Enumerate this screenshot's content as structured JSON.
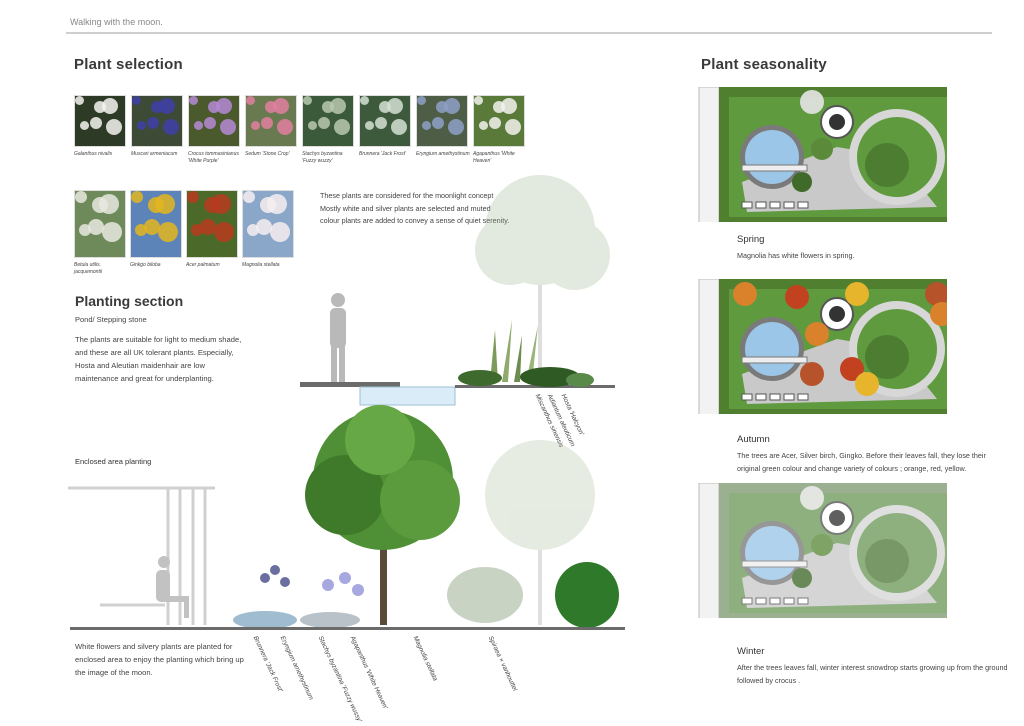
{
  "header": {
    "title": "Walking with the moon."
  },
  "plant_selection": {
    "title": "Plant selection",
    "row1": [
      {
        "caption": "Galanthus nivalis",
        "icon": "snowdrop-photo",
        "bg": "#2d3a25",
        "flower": "#f4f4f0"
      },
      {
        "caption": "Muscari armeniacum",
        "icon": "grape-hyacinth-photo",
        "bg": "#3c4a36",
        "flower": "#3e3fa8"
      },
      {
        "caption": "Crocus tommasinianus 'White Purple'",
        "icon": "crocus-photo",
        "bg": "#4a5a2c",
        "flower": "#b58ad6"
      },
      {
        "caption": "Sedum 'Stone Crop'",
        "icon": "sedum-photo",
        "bg": "#6a7a50",
        "flower": "#e07f9f"
      },
      {
        "caption": "Stachys byzantina 'Fuzzy wuzzy'",
        "icon": "stachys-photo",
        "bg": "#3b5a3a",
        "flower": "#b9c9b0"
      },
      {
        "caption": "Brunnera 'Jack Frost'",
        "icon": "brunnera-photo",
        "bg": "#3e5a3c",
        "flower": "#d4e0d2"
      },
      {
        "caption": "Eryngium amethystinum",
        "icon": "eryngium-photo",
        "bg": "#4e5e46",
        "flower": "#8ea0c8"
      },
      {
        "caption": "Agapanthus 'White Heaven'",
        "icon": "agapanthus-photo",
        "bg": "#5a7a3a",
        "flower": "#f2f2ee"
      }
    ],
    "row2": [
      {
        "caption": "Betula utilis. jacquemontii",
        "icon": "birch-photo",
        "bg": "#6f8a5a",
        "flower": "#e8e8e0"
      },
      {
        "caption": "Ginkgo biloba",
        "icon": "ginkgo-photo",
        "bg": "#5c84b8",
        "flower": "#e3b51f"
      },
      {
        "caption": "Acer palmatum",
        "icon": "acer-photo",
        "bg": "#4b6a2a",
        "flower": "#b93a1e"
      },
      {
        "caption": "Magnolia stellata",
        "icon": "magnolia-photo",
        "bg": "#8aa6c8",
        "flower": "#f6eef0"
      }
    ],
    "concept_text": "These plants are considered for the moonlight concept\nMostly white and silver plants are selected and muted\ncolour plants are added to convey a sense of quiet serenity."
  },
  "planting_section": {
    "title": "Planting section",
    "subtitle": "Pond/ Stepping stone",
    "body": "The plants are suitable for light to medium shade, and these are all UK tolerant plants. Especially, Hosta and Aleutian maidenhair are low maintenance and great for underplanting.",
    "labels": [
      "Miscanthus sinensis",
      "Adiantum aleuticum",
      "Hosta 'Halcyon'"
    ]
  },
  "enclosed": {
    "title": "Enclosed area planting",
    "body": "White flowers and silvery plants are planted for enclosed area to enjoy the planting which bring up the image of the moon.",
    "labels": [
      "Brunnera 'Jack Frost'",
      "Eryngium amethystinum",
      "Stachys byzantina 'Fuzzy wussy'",
      "Agapanthus 'White Heaven'",
      "Magnolia stellata",
      "Spiraea × vanhouttei"
    ]
  },
  "seasonality": {
    "title": "Plant seasonality",
    "seasons": [
      {
        "name": "Spring",
        "text": "Magnolia has white flowers in spring."
      },
      {
        "name": "Autumn",
        "text": "The trees are Acer, Silver birch, Gingko. Before their leaves fall, they lose their original green colour and change variety of colours ; orange, red, yellow."
      },
      {
        "name": "Winter",
        "text": "After the trees leaves fall, winter interest snowdrop starts growing up from the ground followed by crocus ."
      }
    ]
  },
  "colors": {
    "lawn": "#5f9a3e",
    "hedge": "#4f7f2f",
    "path": "#c9c9c9",
    "water": "#9cc6e8",
    "autumn": [
      "#d9822b",
      "#c2411f",
      "#e6b52c",
      "#b7532a"
    ]
  }
}
